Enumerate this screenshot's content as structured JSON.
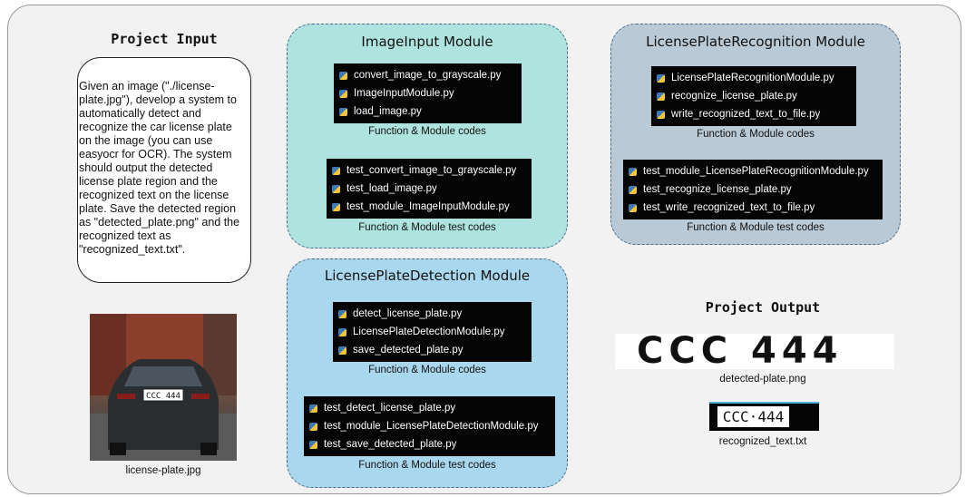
{
  "project_input": {
    "title": "Project Input",
    "description": "Given an image (\"./license-plate.jpg\"), develop a system to automatically detect and recognize the car license plate on the image (you can use easyocr for OCR). The system should output the detected license plate region and the recognized text on the license plate. Save the detected region as \"detected_plate.png\" and the recognized text as \"recognized_text.txt\".",
    "image_caption": "license-plate.jpg",
    "plate_text_in_photo": "CCC 444"
  },
  "modules": {
    "image_input": {
      "title": "ImageInput Module",
      "function_files": [
        "convert_image_to_grayscale.py",
        "ImageInputModule.py",
        "load_image.py"
      ],
      "function_caption": "Function & Module codes",
      "test_files": [
        "test_convert_image_to_grayscale.py",
        "test_load_image.py",
        "test_module_ImageInputModule.py"
      ],
      "test_caption": "Function & Module test codes"
    },
    "recognition": {
      "title": "LicensePlateRecognition Module",
      "function_files": [
        "LicensePlateRecognitionModule.py",
        "recognize_license_plate.py",
        "write_recognized_text_to_file.py"
      ],
      "function_caption": "Function & Module codes",
      "test_files": [
        "test_module_LicensePlateRecognitionModule.py",
        "test_recognize_license_plate.py",
        "test_write_recognized_text_to_file.py"
      ],
      "test_caption": "Function & Module test codes"
    },
    "detection": {
      "title": "LicensePlateDetection Module",
      "function_files": [
        "detect_license_plate.py",
        "LicensePlateDetectionModule.py",
        "save_detected_plate.py"
      ],
      "function_caption": "Function & Module codes",
      "test_files": [
        "test_detect_license_plate.py",
        "test_module_LicensePlateDetectionModule.py",
        "test_save_detected_plate.py"
      ],
      "test_caption": "Function & Module test codes"
    }
  },
  "project_output": {
    "title": "Project Output",
    "detected_plate_text": "CCC 444",
    "detected_caption": "detected-plate.png",
    "recognized_text": "CCC·444",
    "recognized_caption": "recognized_text.txt"
  },
  "colors": {
    "image_input_bg": "#aee3df",
    "recognition_bg": "#b9c9d6",
    "detection_bg": "#a9d8ee",
    "code_panel_bg": "#050505",
    "python_icon_blue": "#3d7ab8",
    "python_icon_yellow": "#f4c534"
  },
  "icons": {
    "file_icon": "python-file-icon"
  }
}
